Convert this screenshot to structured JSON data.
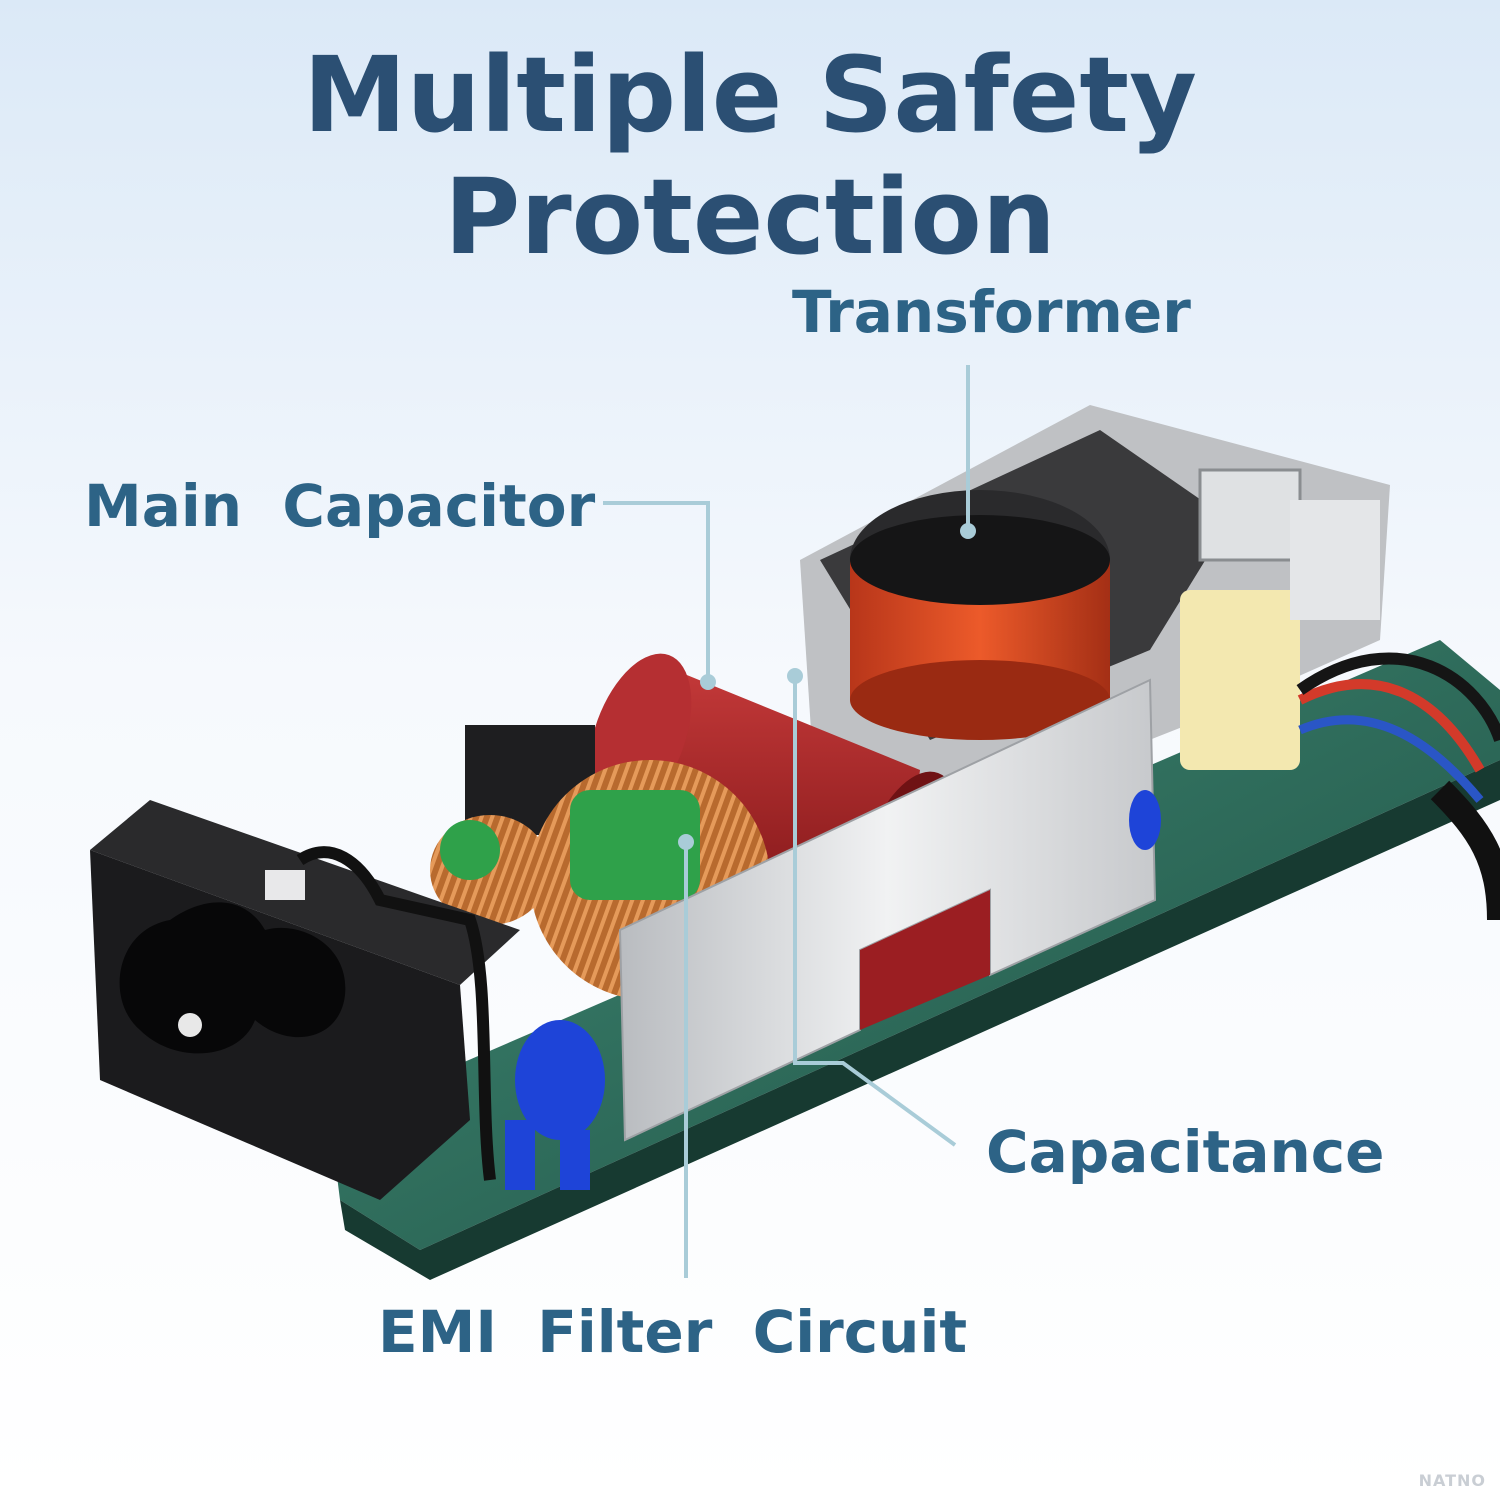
{
  "title": "Multiple Safety Protection",
  "labels": {
    "transformer": "Transformer",
    "main_capacitor": "Main  Capacitor",
    "capacitance": "Capacitance",
    "emi_filter": "EMI  Filter  Circuit"
  },
  "watermark": "NATNO",
  "colors": {
    "title": "#2b4f73",
    "label": "#2d6386",
    "callout_line": "#a9ccd8",
    "pcb": "#2f6b5a",
    "capacitor": "#a8232a",
    "transformer": "#d9481f"
  }
}
